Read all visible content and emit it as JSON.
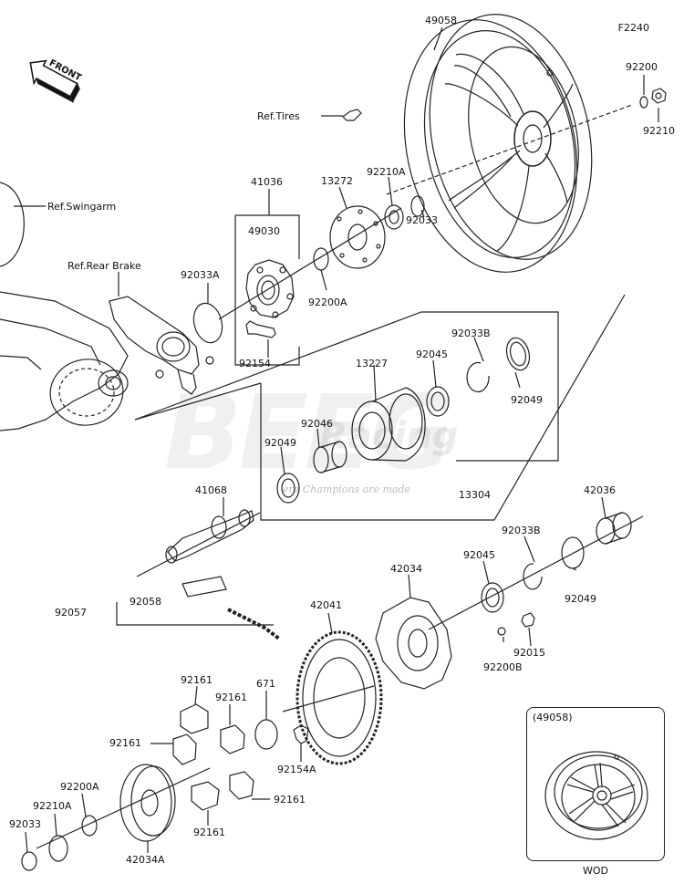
{
  "diagram": {
    "figure_code": "F2240",
    "watermark": {
      "main": "BEEG",
      "sub": "Racing",
      "tagline": "ere Champions are made"
    },
    "front_arrow": "FRONT",
    "refs": {
      "tires": "Ref.Tires",
      "swingarm": "Ref.Swingarm",
      "rear_brake": "Ref.Rear Brake"
    },
    "parts": {
      "p49058": "49058",
      "p92200": "92200",
      "p92210": "92210",
      "p41036": "41036",
      "p49030": "49030",
      "p13272": "13272",
      "p92210A_top": "92210A",
      "p92033A": "92033A",
      "p92200A_top": "92200A",
      "p92033_top": "92033",
      "p92154": "92154",
      "p92033B_top": "92033B",
      "p13227": "13227",
      "p92045_top": "92045",
      "p92046": "92046",
      "p92049_left": "92049",
      "p92049_right": "92049",
      "p13304": "13304",
      "p41068": "41068",
      "p42036": "42036",
      "p92033B_mid": "92033B",
      "p92045_mid": "92045",
      "p42034": "42034",
      "p92049_mid": "92049",
      "p92057": "92057",
      "p92058": "92058",
      "p42041": "42041",
      "p92200B": "92200B",
      "p92015": "92015",
      "p92161_a": "92161",
      "p92161_b": "92161",
      "p92161_c": "92161",
      "p92161_d": "92161",
      "p92161_e": "92161",
      "p671": "671",
      "p92154A": "92154A",
      "p92200A_bot": "92200A",
      "p92210A_bot": "92210A",
      "p92033_bot": "92033",
      "p42034A": "42034A"
    },
    "inset": {
      "label": "(49058)",
      "caption": "WOD"
    }
  }
}
